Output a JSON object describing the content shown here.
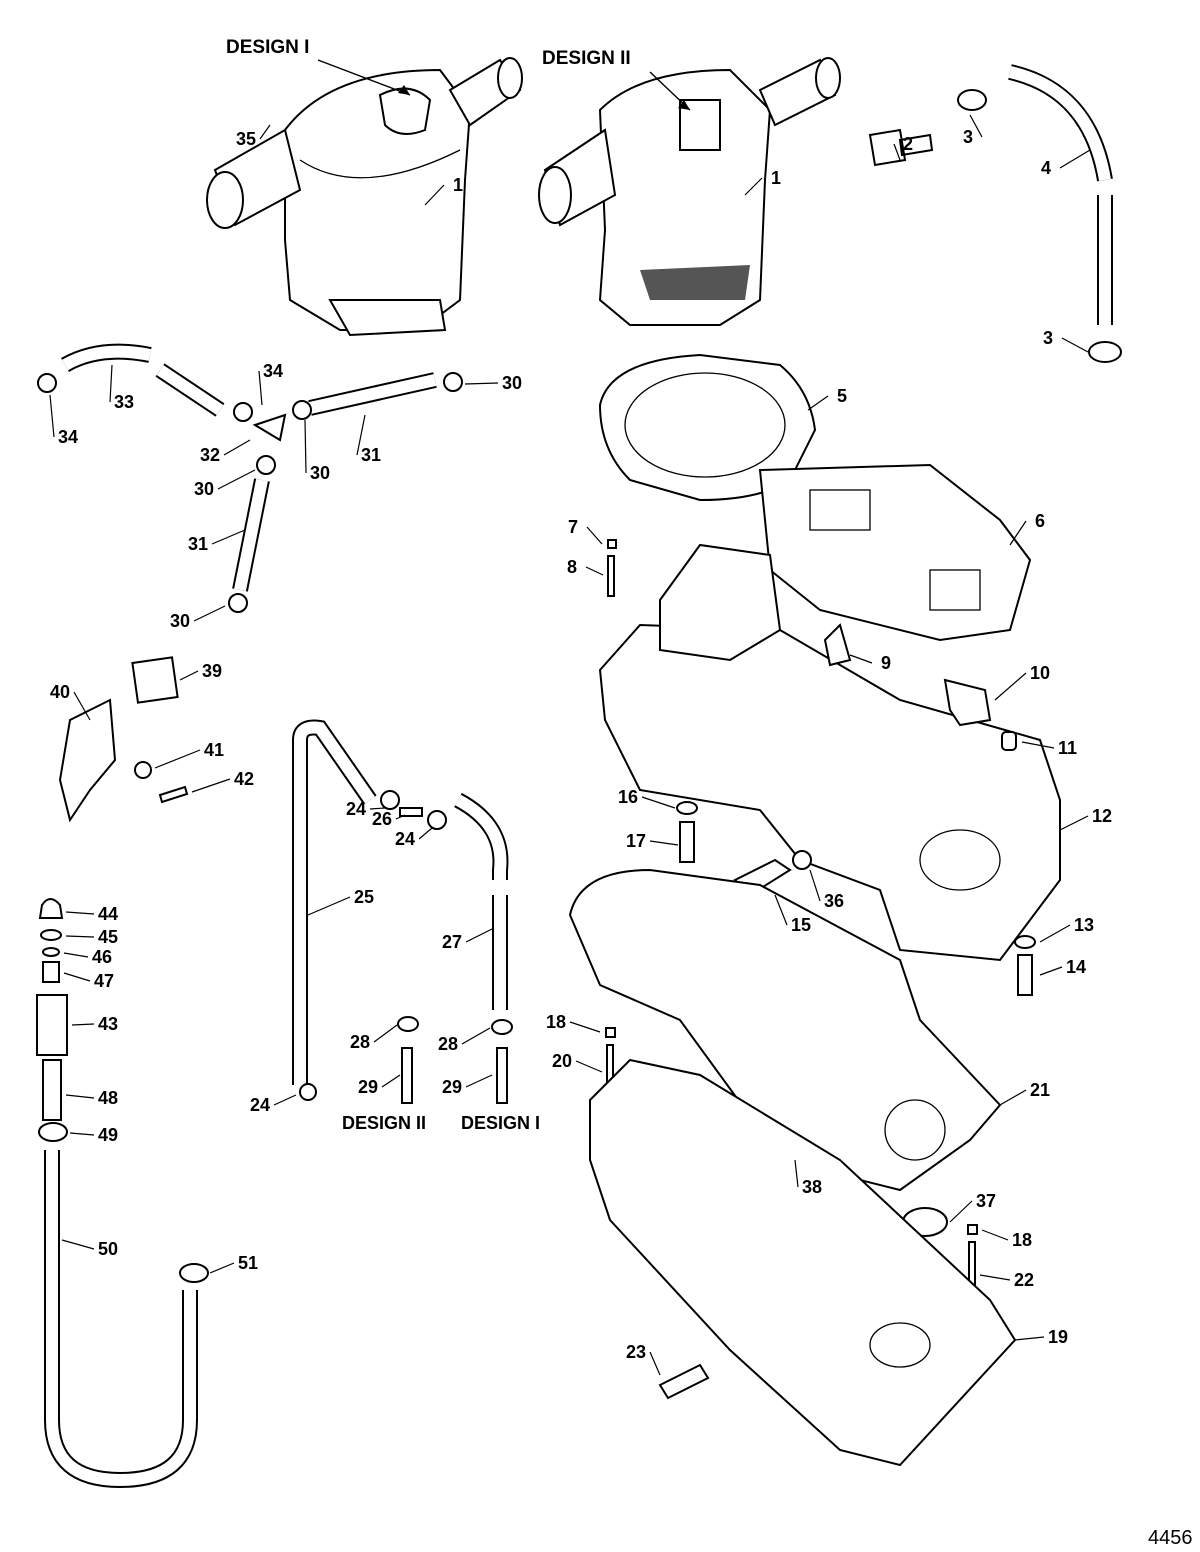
{
  "diagram": {
    "title_labels": [
      "DESIGN I",
      "DESIGN II",
      "DESIGN II",
      "DESIGN I"
    ],
    "callouts": [
      "35",
      "1",
      "1",
      "2",
      "3",
      "4",
      "3",
      "5",
      "6",
      "34",
      "33",
      "34",
      "30",
      "32",
      "30",
      "31",
      "30",
      "31",
      "30",
      "7",
      "8",
      "9",
      "10",
      "11",
      "12",
      "39",
      "40",
      "41",
      "42",
      "24",
      "26",
      "24",
      "25",
      "16",
      "17",
      "15",
      "36",
      "13",
      "14",
      "27",
      "44",
      "45",
      "46",
      "47",
      "43",
      "48",
      "49",
      "28",
      "29",
      "28",
      "29",
      "24",
      "18",
      "20",
      "21",
      "38",
      "37",
      "18",
      "22",
      "19",
      "23",
      "50",
      "51"
    ],
    "figure_number": "4456"
  }
}
